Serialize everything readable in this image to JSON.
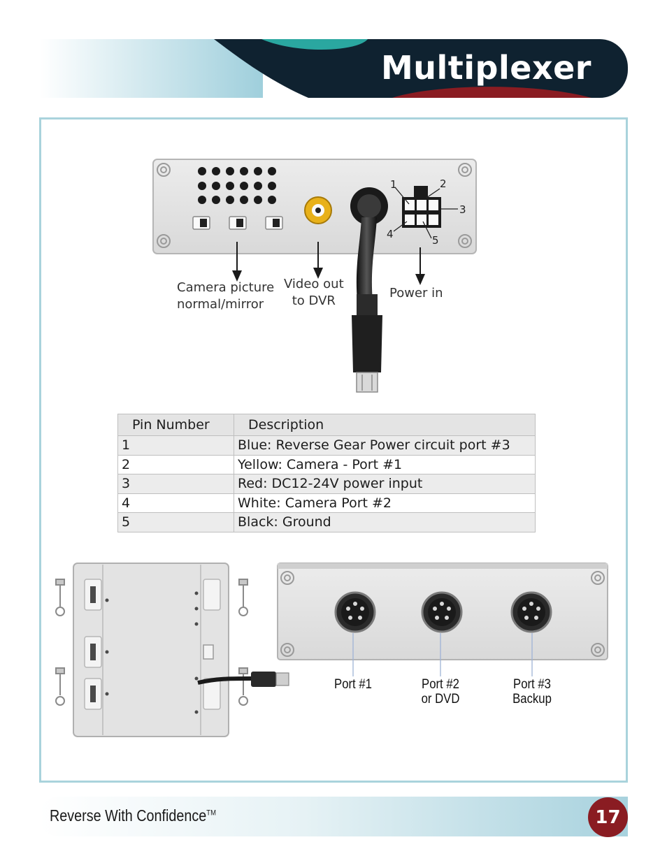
{
  "header": {
    "title": "Multiplexer"
  },
  "diagram": {
    "labels": {
      "camera_picture_line1": "Camera picture",
      "camera_picture_line2": "normal/mirror",
      "video_out_line1": "Video out",
      "video_out_line2": "to DVR",
      "power_in": "Power in"
    },
    "pins": [
      "1",
      "2",
      "3",
      "4",
      "5"
    ],
    "ports": [
      {
        "line1": "Port #1",
        "line2": ""
      },
      {
        "line1": "Port #2",
        "line2": "or DVD"
      },
      {
        "line1": "Port #3",
        "line2": "Backup"
      }
    ]
  },
  "pin_table": {
    "headers": [
      "Pin Number",
      "Description"
    ],
    "rows": [
      {
        "pin": "1",
        "description": "Blue: Reverse Gear Power circuit port #3"
      },
      {
        "pin": "2",
        "description": "Yellow: Camera - Port #1"
      },
      {
        "pin": "3",
        "description": "Red: DC12-24V power input"
      },
      {
        "pin": "4",
        "description": "White: Camera Port #2"
      },
      {
        "pin": "5",
        "description": "Black: Ground"
      }
    ]
  },
  "footer": {
    "text": "Reverse With Confidence",
    "trademark": "TM",
    "page_number": "17"
  },
  "colors": {
    "navy": "#0f2230",
    "teal": "#2aa7a0",
    "maroon": "#8a1c22",
    "frame": "#a9d3dc"
  }
}
